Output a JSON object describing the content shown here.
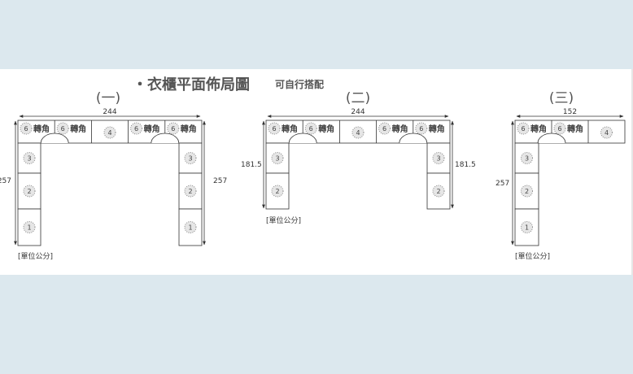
{
  "title": "・衣櫃平面佈局圖",
  "subtitle": "可自行搭配",
  "corner_text": "轉角",
  "unit_label": "[單位公分]",
  "diagrams": [
    {
      "label": "(一)",
      "width": "244",
      "height_left": "257",
      "height_right": "257",
      "top_cells": [
        "6",
        "6",
        "4",
        "6",
        "6"
      ],
      "left_cells": [
        "3",
        "2",
        "1"
      ],
      "right_cells": [
        "3",
        "2",
        "1"
      ],
      "show_unit": true
    },
    {
      "label": "(二)",
      "width": "244",
      "height_left": "181.5",
      "height_right": "181.5",
      "top_cells": [
        "6",
        "6",
        "4",
        "6",
        "6"
      ],
      "left_cells": [
        "3",
        "2"
      ],
      "right_cells": [
        "3",
        "2"
      ],
      "show_unit": true
    },
    {
      "label": "(三)",
      "width": "152",
      "height_left": "257",
      "top_cells": [
        "6",
        "6",
        "4"
      ],
      "left_cells": [
        "3",
        "2",
        "1"
      ],
      "show_unit": true
    }
  ]
}
